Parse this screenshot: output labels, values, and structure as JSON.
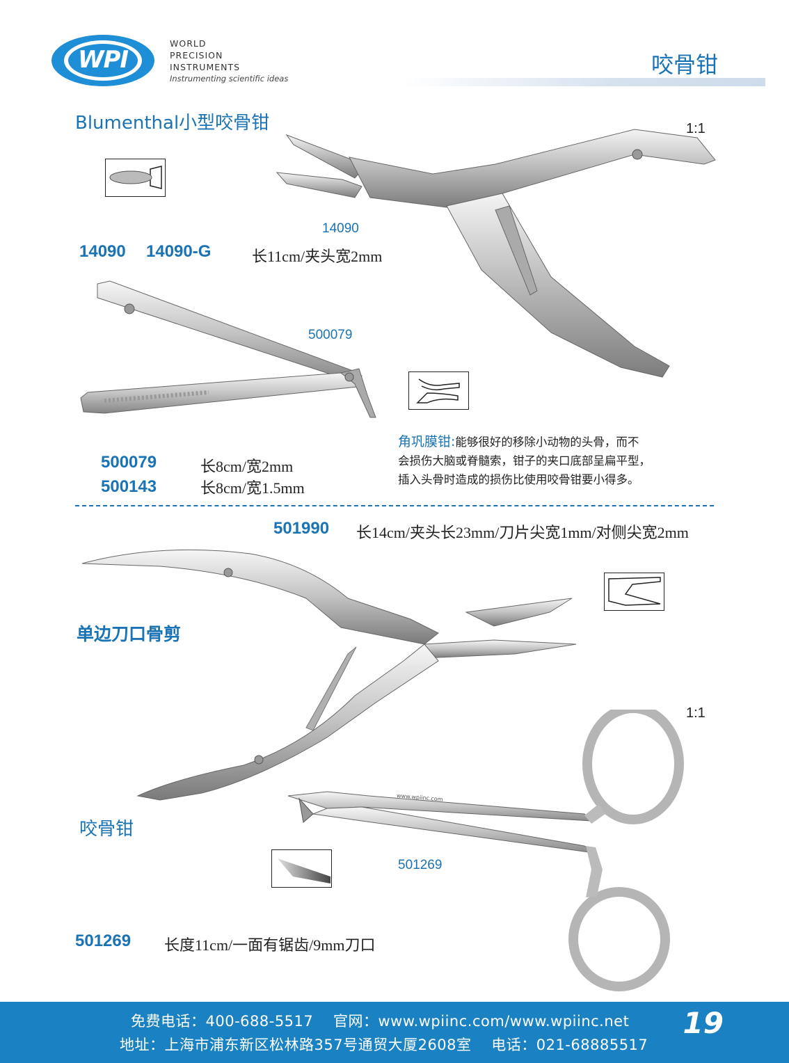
{
  "brand": {
    "logo_text": "WPI",
    "name_lines": [
      "WORLD",
      "PRECISION",
      "INSTRUMENTS"
    ],
    "tagline": "Instrumenting scientific ideas"
  },
  "page_title": "咬骨钳",
  "sections": {
    "blumenthal": {
      "heading": "Blumenthal小型咬骨钳",
      "scale": "1:1",
      "image_label": "14090",
      "codes": [
        "14090",
        "14090-G"
      ],
      "spec": "长11cm/夹头宽2mm"
    },
    "corneal": {
      "image_label": "500079",
      "products": [
        {
          "code": "500079",
          "spec": "长8cm/宽2mm"
        },
        {
          "code": "500143",
          "spec": "长8cm/宽1.5mm"
        }
      ],
      "desc_title": "角巩膜钳:",
      "desc_lines": [
        "能够很好的移除小动物的头骨，而不",
        "会损伤大脑或脊髓索，钳子的夹口底部呈扁平型，",
        "插入头骨时造成的损伤比使用咬骨钳要小得多。"
      ]
    },
    "single_edge": {
      "code": "501990",
      "spec": "长14cm/夹头长23mm/刀片尖宽1mm/对侧尖宽2mm",
      "heading": "单边刀口骨剪"
    },
    "rongeur": {
      "heading": "咬骨钳",
      "scale": "1:1",
      "image_label": "501269",
      "code": "501269",
      "spec": "长度11cm/一面有锯齿/9mm刀口",
      "engraving": "www.wpiinc.com"
    }
  },
  "footer": {
    "line1": "免费电话：400-688-5517    官网：www.wpiinc.com/www.wpiinc.net",
    "line2": "地址：上海市浦东新区松林路357号通贸大厦2608室    电话：021-68885517",
    "page_number": "19"
  },
  "colors": {
    "accent": "#1a73b5",
    "footer_bg": "#1a82c2"
  }
}
